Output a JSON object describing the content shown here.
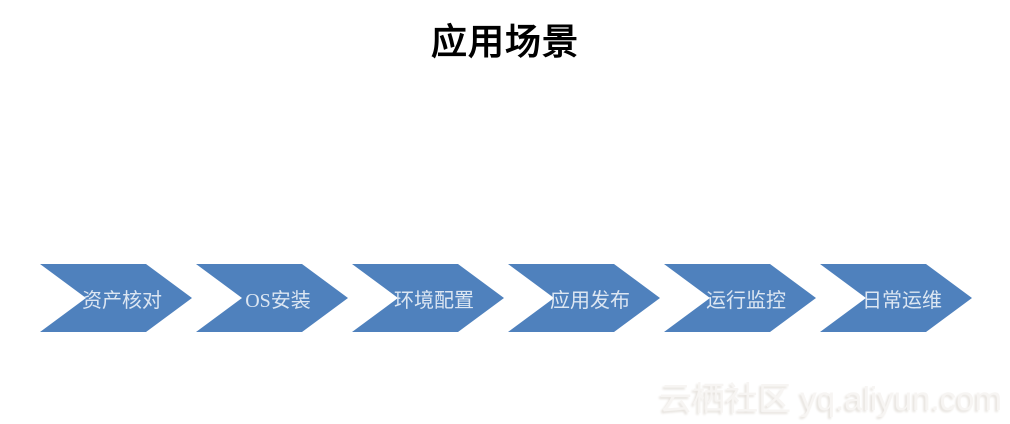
{
  "title": "应用场景",
  "flow": {
    "steps": [
      {
        "label": "资产核对"
      },
      {
        "label": "OS安装"
      },
      {
        "label": "环境配置"
      },
      {
        "label": "应用发布"
      },
      {
        "label": "运行监控"
      },
      {
        "label": "日常运维"
      }
    ]
  },
  "colors": {
    "chevron_fill": "#4f81bd",
    "chevron_label": "#dce6f2",
    "title_text": "#000000",
    "background": "#ffffff",
    "watermark_text": "#f7f5f3"
  },
  "watermark": {
    "text": "云栖社区 yq.aliyun.com"
  }
}
